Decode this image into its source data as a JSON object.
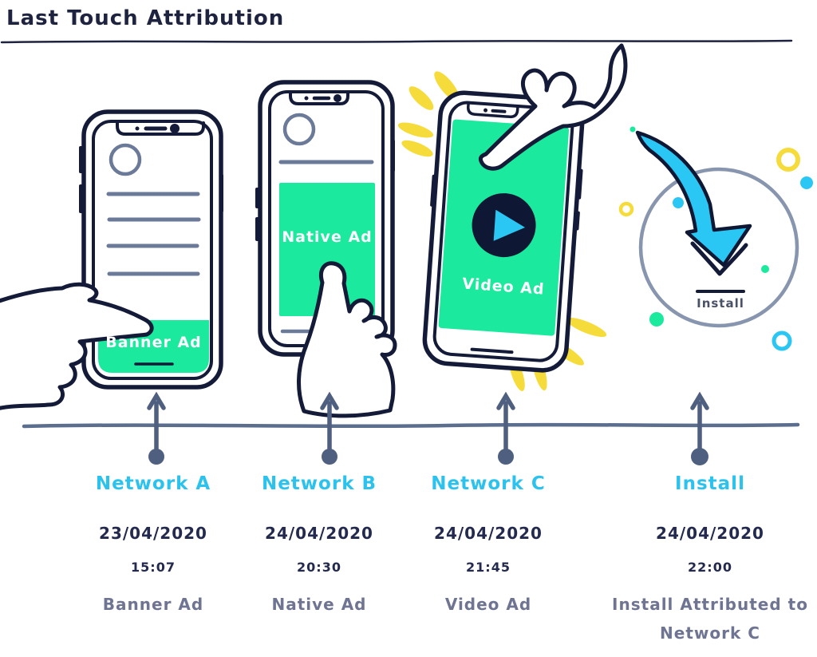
{
  "title": "Last Touch Attribution",
  "colors": {
    "navy": "#141B38",
    "green": "#1BEA9E",
    "cyan": "#2BC7F4",
    "cyan_text": "#2BC3EE",
    "slate": "#6B7A99",
    "timeline_slate": "#5C6E8E",
    "marker_slate": "#4E5F7F",
    "circle_gray": "#8795AE",
    "yellow": "#F5DC3A",
    "touchpoint_gray": "#6E7492",
    "date_navy": "#232A4E"
  },
  "phones": [
    {
      "ad_label": "Banner Ad"
    },
    {
      "ad_label": "Native Ad"
    },
    {
      "ad_label": "Video Ad"
    }
  ],
  "install_circle": {
    "label": "Install"
  },
  "events": [
    {
      "network": "Network A",
      "date": "23/04/2020",
      "time": "15:07",
      "touchpoint": "Banner Ad"
    },
    {
      "network": "Network B",
      "date": "24/04/2020",
      "time": "20:30",
      "touchpoint": "Native Ad"
    },
    {
      "network": "Network C",
      "date": "24/04/2020",
      "time": "21:45",
      "touchpoint": "Video Ad"
    },
    {
      "network": "Install",
      "date": "24/04/2020",
      "time": "22:00",
      "touchpoint": "Install Attributed to Network C"
    }
  ]
}
